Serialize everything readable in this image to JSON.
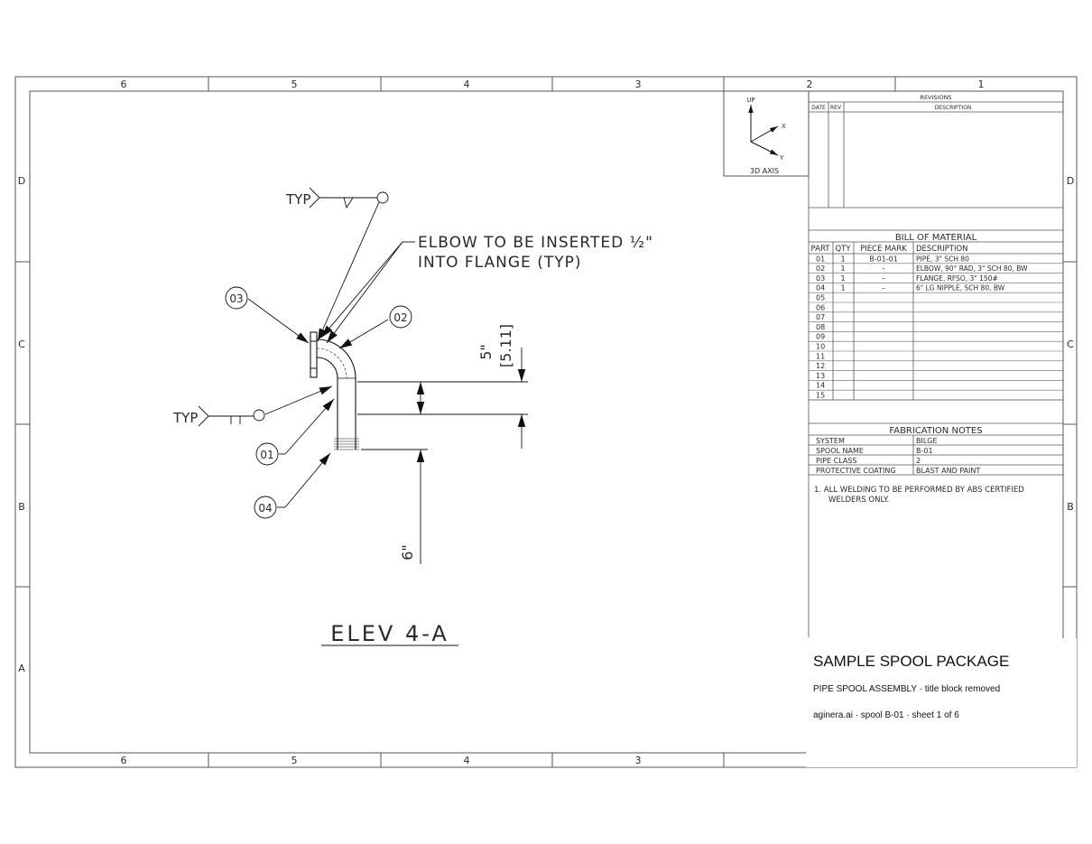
{
  "border": {
    "col_labels": [
      "6",
      "5",
      "4",
      "3",
      "2",
      "1"
    ],
    "row_labels": [
      "D",
      "C",
      "B",
      "A"
    ]
  },
  "axis": {
    "up_label": "UP",
    "x_label": "X",
    "y_label": "Y",
    "caption": "3D AXIS"
  },
  "revisions": {
    "title": "REVISIONS",
    "headers": [
      "DATE",
      "REV",
      "DESCRIPTION"
    ]
  },
  "bom": {
    "title": "BILL OF MATERIAL",
    "headers": [
      "PART",
      "QTY",
      "PIECE MARK",
      "DESCRIPTION"
    ],
    "rows": [
      [
        "01",
        "1",
        "B-01-01",
        "PIPE, 3\" SCH 80"
      ],
      [
        "02",
        "1",
        "–",
        "ELBOW, 90° RAD, 3\" SCH 80, BW"
      ],
      [
        "03",
        "1",
        "–",
        "FLANGE, RFSO, 3\" 150#"
      ],
      [
        "04",
        "1",
        "–",
        "6\" LG NIPPLE, SCH 80, BW"
      ],
      [
        "05",
        "",
        "",
        ""
      ],
      [
        "06",
        "",
        "",
        ""
      ],
      [
        "07",
        "",
        "",
        ""
      ],
      [
        "08",
        "",
        "",
        ""
      ],
      [
        "09",
        "",
        "",
        ""
      ],
      [
        "10",
        "",
        "",
        ""
      ],
      [
        "11",
        "",
        "",
        ""
      ],
      [
        "12",
        "",
        "",
        ""
      ],
      [
        "13",
        "",
        "",
        ""
      ],
      [
        "14",
        "",
        "",
        ""
      ],
      [
        "15",
        "",
        "",
        ""
      ]
    ]
  },
  "fab_notes": {
    "title": "FABRICATION NOTES",
    "fields": [
      [
        "SYSTEM",
        "BILGE"
      ],
      [
        "SPOOL NAME",
        "B-01"
      ],
      [
        "PIPE CLASS",
        "2"
      ],
      [
        "PROTECTIVE COATING",
        "BLAST AND PAINT"
      ]
    ],
    "note_line1": "1.  ALL WELDING TO BE PERFORMED BY ABS CERTIFIED",
    "note_line2": "WELDERS ONLY."
  },
  "title_block": {
    "title": "SAMPLE SPOOL PACKAGE",
    "subtitle": "PIPE SPOOL ASSEMBLY  ·  title block removed",
    "footer": "aginera.ai  ·  spool B-01  ·  sheet 1 of 6"
  },
  "drawing": {
    "weld_typ_top": "TYP",
    "weld_typ_left": "TYP",
    "note_line1": "ELBOW TO BE INSERTED ½\"",
    "note_line2": "INTO FLANGE (TYP)",
    "callouts": [
      "01",
      "02",
      "03",
      "04"
    ],
    "dim_5_in": "5\"",
    "dim_5_mm": "[5.11]",
    "dim_6_in": "6\"",
    "view_label": "ELEV 4-A"
  }
}
